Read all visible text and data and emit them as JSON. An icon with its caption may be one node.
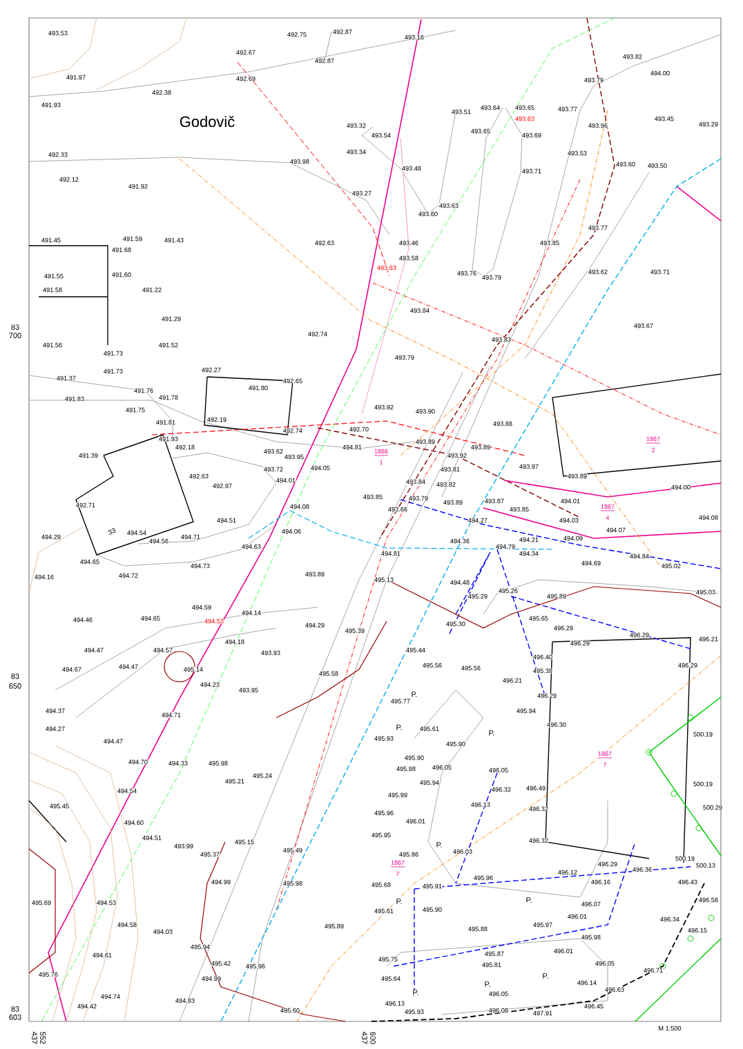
{
  "diagram": {
    "labels": [
      "493.53",
      "492.75",
      "492.87",
      "493.16",
      "492.67",
      "493.82",
      "492.87",
      "494.00",
      "491.97",
      "492.69",
      "493.79",
      "492.38",
      "491.93",
      "493.51",
      "493.64",
      "493.65",
      "493.77",
      "493.63",
      "493.45",
      "Godovič",
      "493.29",
      "493.32",
      "493.96",
      "493.54",
      "493.65",
      "493.69",
      "493.34",
      "493.53",
      "492.33",
      "493.98",
      "493.60",
      "493.50",
      "493.48",
      "493.71",
      "492.12",
      "491.92",
      "493.27",
      "493.63",
      "493.60",
      "493.77",
      "491.45",
      "491.59",
      "491.43",
      "492.63",
      "493.46",
      "493.85",
      "491.68",
      "493.58",
      "493.63",
      "493.62",
      "493.71",
      "493.76",
      "491.55",
      "491.60",
      "493.79",
      "491.58",
      "491.22",
      "493.84",
      "491.29",
      "493.67",
      "83",
      "700",
      "492.74",
      "493.83",
      "491.56",
      "491.52",
      "491.73",
      "493.79",
      "492.27",
      "491.73",
      "491.37",
      "492.65",
      "491.80",
      "491.76",
      "491.78",
      "491.83",
      "493.92",
      "491.75",
      "493.90",
      "492.19",
      "491.81",
      "493.88",
      "492.74",
      "492.70",
      "491.93",
      "1867",
      "2",
      "493.89",
      "492.18",
      "493.62",
      "494.81",
      "493.89",
      "493.92",
      "1866",
      "1",
      "491.39",
      "493.95",
      "494.05",
      "493.72",
      "493.81",
      "493.97",
      "492.63",
      "493.89",
      "493.84",
      "493.82",
      "492.97",
      "494.01",
      "494.00",
      "493.85",
      "493.79",
      "494.01",
      "493.89",
      "493.87",
      "492.71",
      "494.08",
      "493.66",
      "493.85",
      "1867",
      "4",
      "494.03",
      "494.08",
      "494.51",
      "494.27",
      "494.07",
      "494.06",
      "494.54",
      "33",
      "494.71",
      "494.29",
      "494.56",
      "494.09",
      "494.21",
      "494.36",
      "494.79",
      "494.63",
      "494.81",
      "494.34",
      "494.84",
      "494.65",
      "494.69",
      "494.73",
      "495.02",
      "493.89",
      "494.72",
      "494.16",
      "495.13",
      "494.48",
      "495.26",
      "495.03",
      "495.29",
      "495.89",
      "494.59",
      "494.14",
      "494.65",
      "495.65",
      "494.46",
      "494.53",
      "495.30",
      "494.29",
      "496.29",
      "495.39",
      "496.29",
      "496.21",
      "494.18",
      "496.29",
      "494.47",
      "494.57",
      "495.44",
      "493.93",
      "496.40",
      "495.56",
      "494.47",
      "496.29",
      "495.56",
      "495.38",
      "494.67",
      "495.14",
      "495.58",
      "83",
      "650",
      "496.21",
      "494.23",
      "493.95",
      "P.",
      "496.29",
      "495.77",
      "494.37",
      "495.94",
      "494.71",
      "496.30",
      "P.",
      "P.",
      "494.27",
      "495.61",
      "500.19",
      "495.93",
      "494.47",
      "495.90",
      "1867",
      "7",
      "495.90",
      "494.70",
      "494.33",
      "495.98",
      "495.98",
      "496.05",
      "496.05",
      "495.21",
      "495.24",
      "495.94",
      "500.19",
      "496.32",
      "496.49",
      "494.54",
      "495.99",
      "496.13",
      "495.45",
      "500.29",
      "496.32",
      "495.96",
      "496.01",
      "494.60",
      "495.95",
      "494.51",
      "496.32",
      "495.15",
      "P.",
      "493.99",
      "495.49",
      "496.03",
      "495.86",
      "495.37",
      "500.19",
      "496.29",
      "500.13",
      "1867",
      "7",
      "496.36",
      "496.12",
      "496.43",
      "495.96",
      "494.99",
      "495.98",
      "495.68",
      "495.91",
      "496.16",
      "P.",
      "P.",
      "496.58",
      "495.69",
      "494.53",
      "496.07",
      "495.61",
      "495.90",
      "496.01",
      "496.34",
      "495.97",
      "494.58",
      "495.89",
      "495.88",
      "496.15",
      "494.03",
      "495.98",
      "495.94",
      "496.01",
      "495.87",
      "494.61",
      "495.75",
      "495.81",
      "495.42",
      "496.05",
      "495.96",
      "496.71",
      "495.76",
      "P.",
      "495.64",
      "494.99",
      "496.14",
      "P.",
      "496.63",
      "P.",
      "496.05",
      "494.74",
      "494.83",
      "496.13",
      "494.42",
      "496.45",
      "83",
      "495.93",
      "495.60",
      "496.08",
      "497.91",
      "603",
      "M 1:500",
      "437",
      "552",
      "437",
      "600"
    ]
  }
}
